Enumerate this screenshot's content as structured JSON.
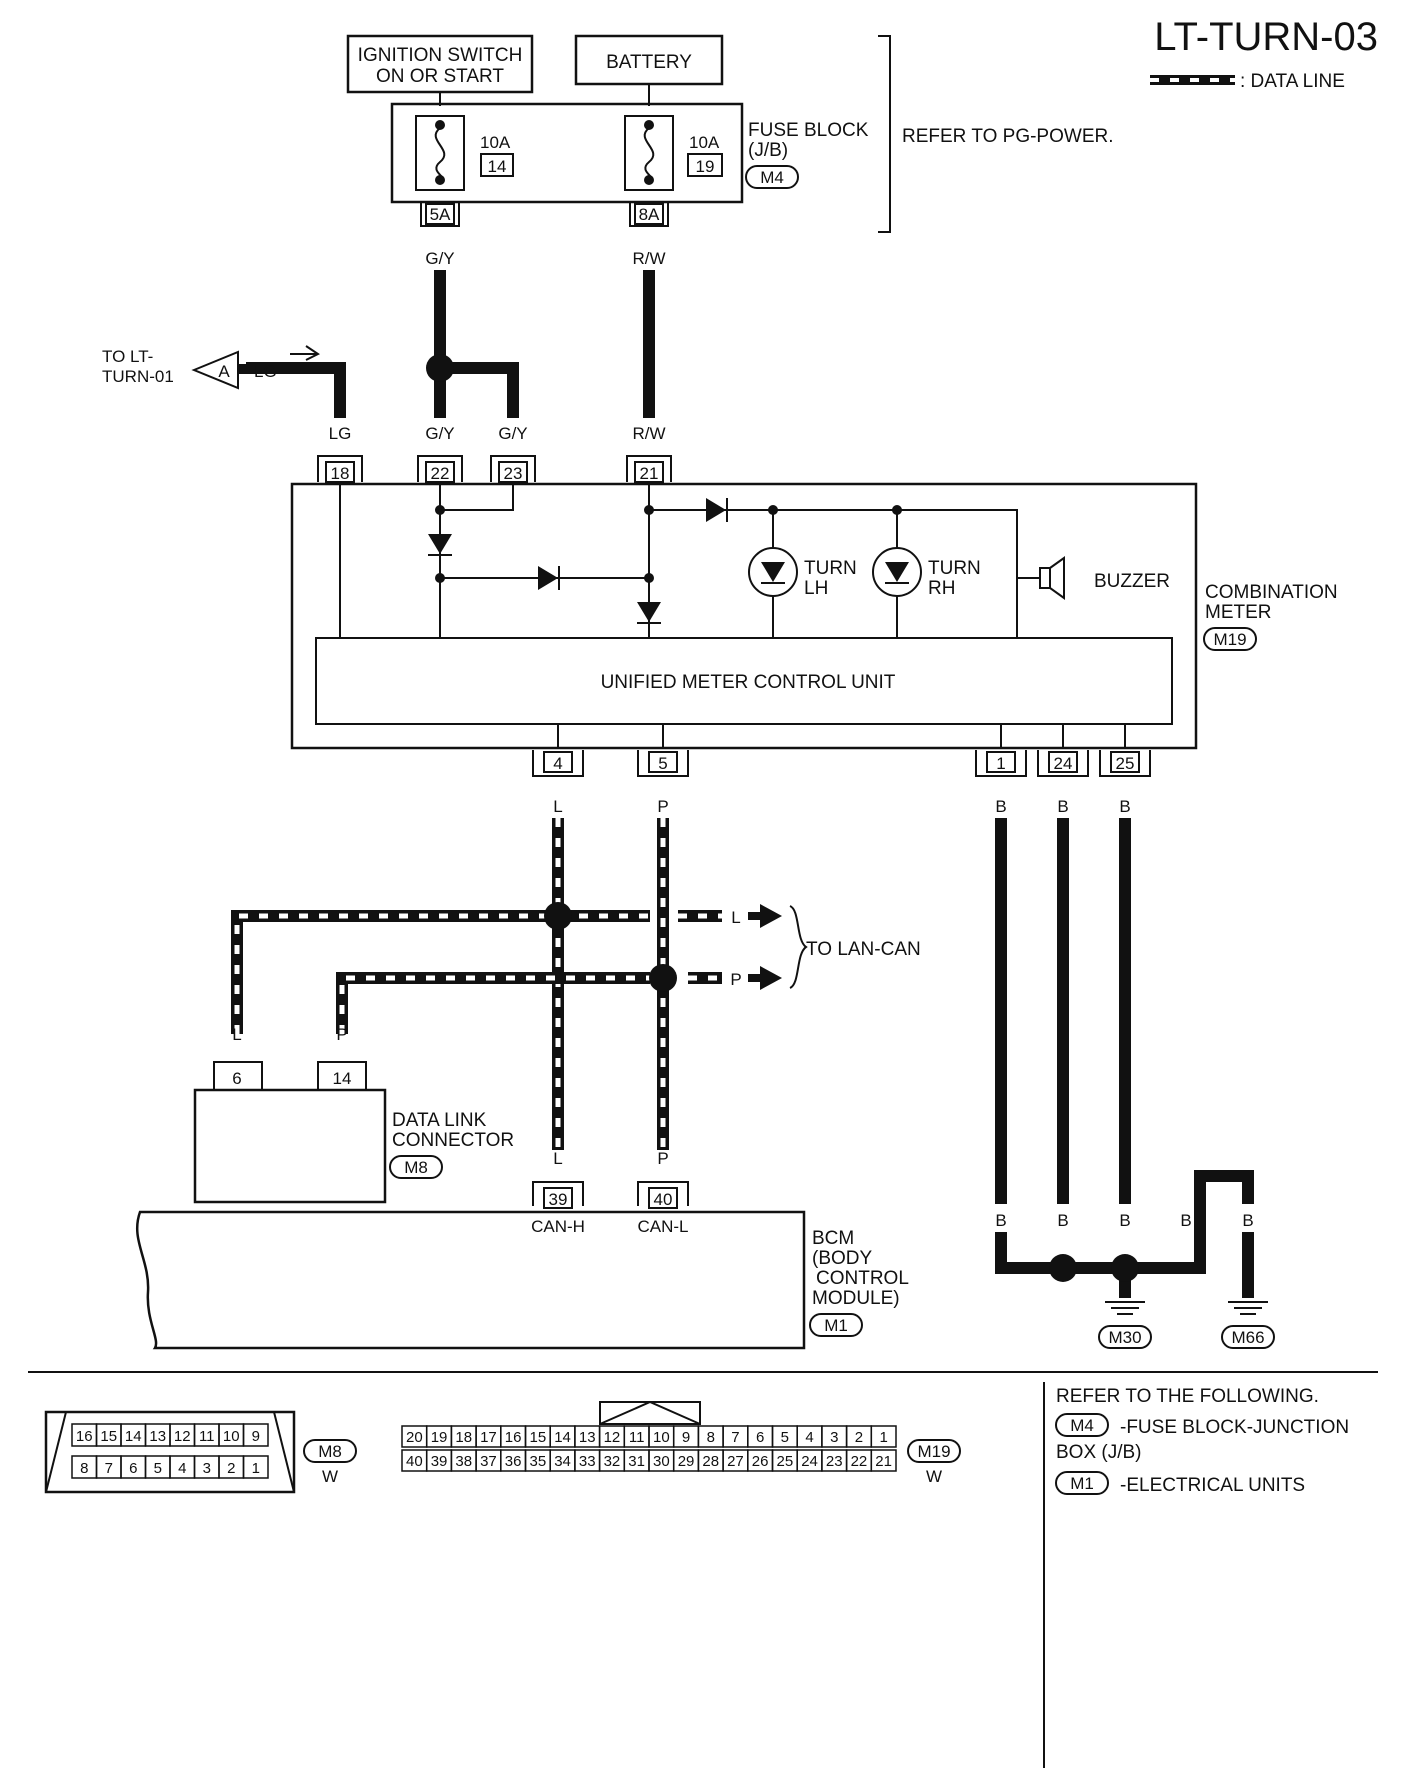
{
  "title": "LT-TURN-03",
  "legend": {
    "data_line": ": DATA LINE"
  },
  "power": {
    "ignition": [
      "IGNITION SWITCH",
      "ON OR START"
    ],
    "battery": "BATTERY",
    "fuse_block": [
      "FUSE BLOCK",
      "(J/B)"
    ],
    "fuse_block_conn": "M4",
    "refer": "REFER TO PG-POWER.",
    "fuses": [
      {
        "amp": "10A",
        "num": "14",
        "terminal": "5A",
        "wire": "G/Y"
      },
      {
        "amp": "10A",
        "num": "19",
        "terminal": "8A",
        "wire": "R/W"
      }
    ]
  },
  "link": {
    "to": [
      "TO LT-",
      "TURN-01"
    ],
    "letter": "A",
    "wire": "LG"
  },
  "meter_terminals_top": [
    {
      "num": "18",
      "wire": "LG"
    },
    {
      "num": "22",
      "wire": "G/Y"
    },
    {
      "num": "23",
      "wire": "G/Y"
    },
    {
      "num": "21",
      "wire": "R/W"
    }
  ],
  "meter": {
    "name": [
      "COMBINATION",
      "METER"
    ],
    "conn": "M19",
    "unit": "UNIFIED METER CONTROL UNIT",
    "turn_lh": [
      "TURN",
      "LH"
    ],
    "turn_rh": [
      "TURN",
      "RH"
    ],
    "buzzer": "BUZZER"
  },
  "meter_terminals_bottom": [
    {
      "num": "4",
      "wire": "L"
    },
    {
      "num": "5",
      "wire": "P"
    },
    {
      "num": "1",
      "wire": "B"
    },
    {
      "num": "24",
      "wire": "B"
    },
    {
      "num": "25",
      "wire": "B"
    }
  ],
  "lan": {
    "label": "TO LAN-CAN",
    "l": "L",
    "p": "P"
  },
  "dlc": {
    "name": [
      "DATA LINK",
      "CONNECTOR"
    ],
    "conn": "M8",
    "terminals": [
      {
        "num": "6",
        "wire": "L"
      },
      {
        "num": "14",
        "wire": "P"
      }
    ]
  },
  "bcm": {
    "name": [
      "BCM",
      "(BODY",
      "CONTROL",
      "MODULE)"
    ],
    "conn": "M1",
    "terminals": [
      {
        "num": "39",
        "wire": "L",
        "label": "CAN-H"
      },
      {
        "num": "40",
        "wire": "P",
        "label": "CAN-L"
      }
    ]
  },
  "grounds": {
    "wires": [
      "B",
      "B",
      "B",
      "B",
      "B"
    ],
    "points": [
      "M30",
      "M66"
    ]
  },
  "connectors": {
    "m8": {
      "id": "M8",
      "color": "W",
      "top": [
        "16",
        "15",
        "14",
        "13",
        "12",
        "11",
        "10",
        "9"
      ],
      "bottom": [
        "8",
        "7",
        "6",
        "5",
        "4",
        "3",
        "2",
        "1"
      ]
    },
    "m19": {
      "id": "M19",
      "color": "W",
      "top": [
        "20",
        "19",
        "18",
        "17",
        "16",
        "15",
        "14",
        "13",
        "12",
        "11",
        "10",
        "9",
        "8",
        "7",
        "6",
        "5",
        "4",
        "3",
        "2",
        "1"
      ],
      "bottom": [
        "40",
        "39",
        "38",
        "37",
        "36",
        "35",
        "34",
        "33",
        "32",
        "31",
        "30",
        "29",
        "28",
        "27",
        "26",
        "25",
        "24",
        "23",
        "22",
        "21"
      ]
    }
  },
  "refer_following": {
    "heading": "REFER TO THE FOLLOWING.",
    "items": [
      {
        "id": "M4",
        "text": "-FUSE BLOCK-JUNCTION",
        "text2": "BOX (J/B)"
      },
      {
        "id": "M1",
        "text": "-ELECTRICAL UNITS"
      }
    ]
  }
}
